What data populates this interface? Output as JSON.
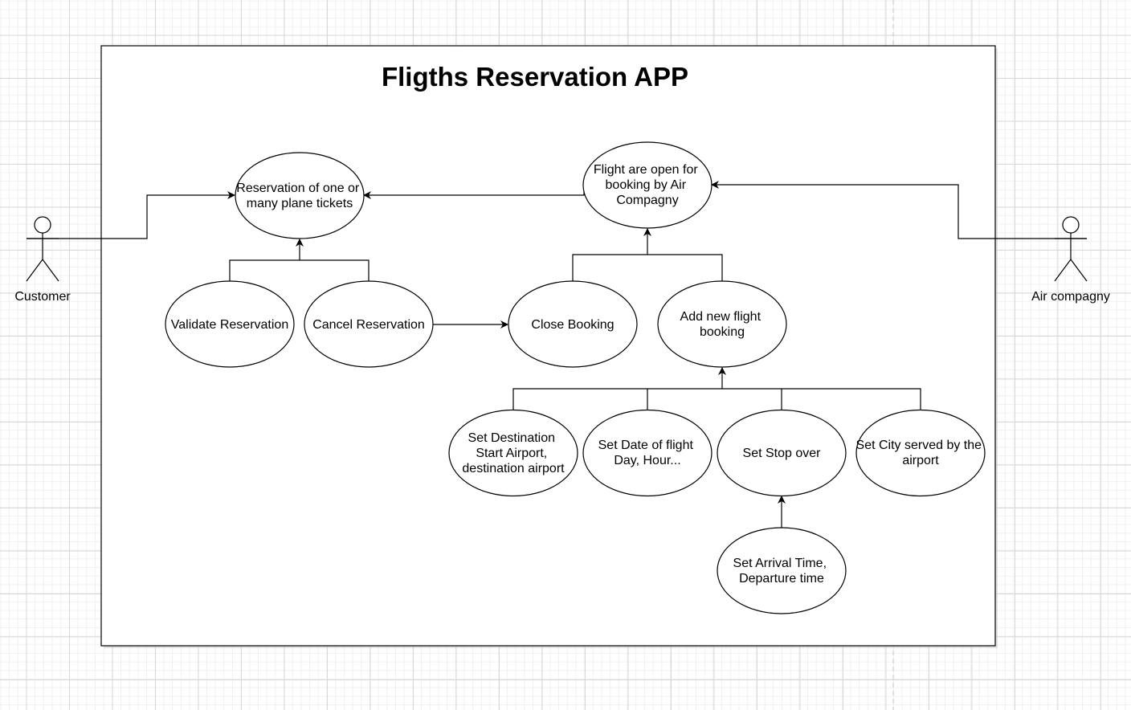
{
  "diagram": {
    "title": "Fligths Reservation APP",
    "actors": {
      "customer": "Customer",
      "air_company": "Air compagny"
    },
    "use_cases": {
      "reservation": [
        "Reservation of one or",
        "many plane tickets"
      ],
      "flight_open": [
        "Flight are open for",
        "booking by Air",
        "Compagny"
      ],
      "validate": [
        "Validate Reservation"
      ],
      "cancel": [
        "Cancel Reservation"
      ],
      "close_booking": [
        "Close Booking"
      ],
      "add_flight": [
        "Add new flight",
        "booking"
      ],
      "set_destination": [
        "Set Destination",
        "Start Airport,",
        "destination airport"
      ],
      "set_date": [
        "Set Date of flight",
        "Day, Hour..."
      ],
      "set_stop": [
        "Set Stop over"
      ],
      "set_city": [
        "Set City served by the",
        "airport"
      ],
      "set_times": [
        "Set Arrival Time,",
        "Departure time"
      ]
    }
  }
}
